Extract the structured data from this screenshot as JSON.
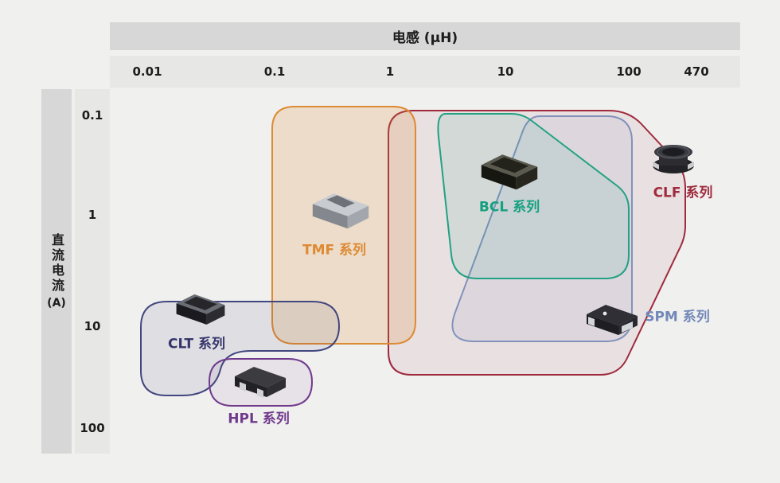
{
  "page": {
    "background": "#f0f0ef"
  },
  "axes": {
    "x_title": "电感 (μH)",
    "x_ticks": [
      "0.01",
      "0.1",
      "1",
      "10",
      "100",
      "470"
    ],
    "y_title": "直流电流",
    "y_unit": "(A)",
    "y_ticks": [
      "0.1",
      "1",
      "10",
      "100"
    ]
  },
  "chart_data": {
    "type": "area",
    "title": "",
    "xlabel": "电感 (μH)",
    "ylabel": "直流电流 (A)",
    "x_scale": "log",
    "y_scale": "log",
    "x_range": [
      0.01,
      470
    ],
    "y_range": [
      0.1,
      100
    ],
    "x_ticks": [
      "0.01",
      "0.1",
      "1",
      "10",
      "100",
      "470"
    ],
    "y_ticks": [
      "0.1",
      "1",
      "10",
      "100"
    ],
    "grid": false,
    "legend_position": "inline-labels",
    "series": [
      {
        "name": "TMF 系列",
        "color": "#DE8A33",
        "region_shape": "rounded-rect",
        "inductance_uH": [
          0.1,
          1.6
        ],
        "dc_current_A": [
          0.1,
          15
        ]
      },
      {
        "name": "BCL 系列",
        "color": "#15A080",
        "region_shape": "rounded-polygon",
        "inductance_uH": [
          1.3,
          100
        ],
        "dc_current_A": [
          0.1,
          4
        ]
      },
      {
        "name": "CLF 系列",
        "color": "#9E2A3C",
        "region_shape": "rounded-polygon",
        "inductance_uH": [
          1.0,
          330
        ],
        "dc_current_A": [
          0.1,
          25
        ]
      },
      {
        "name": "SPM 系列",
        "color": "#7188B8",
        "region_shape": "rounded-polygon",
        "inductance_uH": [
          2.2,
          105
        ],
        "dc_current_A": [
          0.15,
          14
        ]
      },
      {
        "name": "CLT 系列",
        "color": "#35356B",
        "region_shape": "rounded-polygon",
        "inductance_uH": [
          0.011,
          0.35
        ],
        "dc_current_A": [
          6,
          45
        ]
      },
      {
        "name": "HPL 系列",
        "color": "#703A8C",
        "region_shape": "rounded-rect",
        "inductance_uH": [
          0.08,
          0.55
        ],
        "dc_current_A": [
          17,
          50
        ]
      }
    ]
  }
}
